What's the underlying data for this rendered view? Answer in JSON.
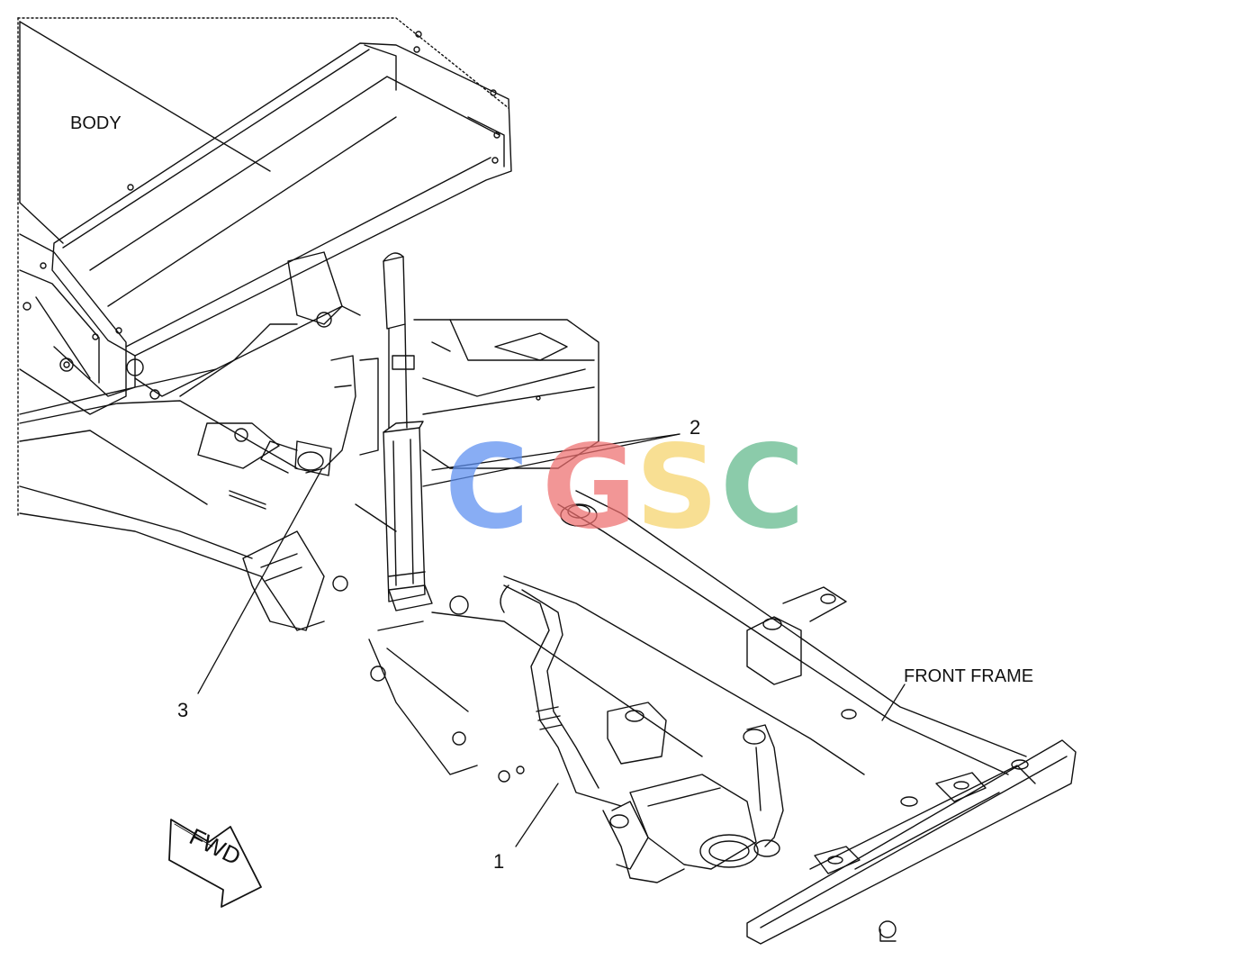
{
  "labels": {
    "body": "BODY",
    "front_frame": "FRONT FRAME",
    "fwd_arrow": "FWD"
  },
  "callouts": {
    "c1": "1",
    "c2": "2",
    "c3": "3"
  },
  "watermark": {
    "letters": [
      "C",
      "G",
      "S",
      "C"
    ],
    "colors": [
      "#5b8ef0",
      "#ee6e6e",
      "#f6d36a",
      "#5fb88a"
    ]
  },
  "colors": {
    "line": "#111111",
    "background": "#ffffff"
  }
}
